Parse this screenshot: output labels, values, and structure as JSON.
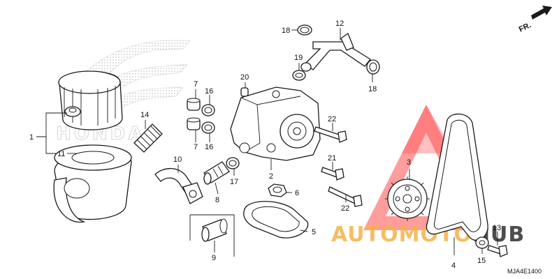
{
  "diagram": {
    "front_marker": "FR.",
    "diagram_code": "MJA4E1400",
    "logo_text": "HONDA",
    "watermark": {
      "prefix": "AUTOMOTO",
      "suffix": "HUB",
      "prefix_color": "#f6b24a",
      "suffix_color": "#4d4d4d",
      "mark_color": "#ff4a4a"
    },
    "callouts": {
      "c1": "1",
      "c2": "2",
      "c3": "3",
      "c4": "4",
      "c5": "5",
      "c6": "6",
      "c7a": "7",
      "c7b": "7",
      "c8": "8",
      "c9": "9",
      "c10": "10",
      "c11": "11",
      "c12": "12",
      "c13": "13",
      "c14": "14",
      "c15": "15",
      "c16a": "16",
      "c16b": "16",
      "c17": "17",
      "c18a": "18",
      "c18b": "18",
      "c19": "19",
      "c20": "20",
      "c21": "21",
      "c22a": "22",
      "c22b": "22"
    }
  }
}
